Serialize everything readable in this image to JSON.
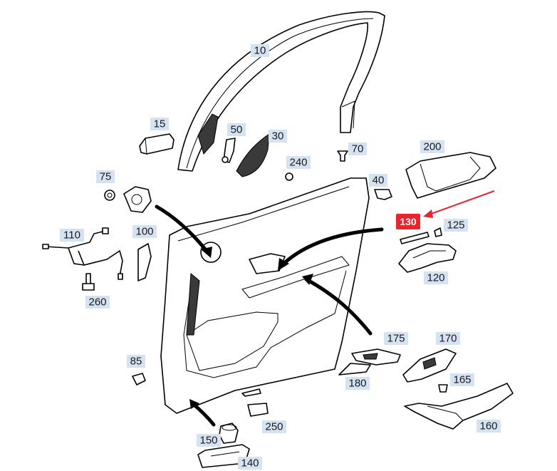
{
  "diagram": {
    "highlight_color": "#e8242c",
    "label_color": "#d4e2f2",
    "highlighted": {
      "number": "130"
    },
    "labels": [
      {
        "number": "10"
      },
      {
        "number": "15"
      },
      {
        "number": "50"
      },
      {
        "number": "30"
      },
      {
        "number": "70"
      },
      {
        "number": "240"
      },
      {
        "number": "200"
      },
      {
        "number": "75"
      },
      {
        "number": "40"
      },
      {
        "number": "125"
      },
      {
        "number": "110"
      },
      {
        "number": "100"
      },
      {
        "number": "120"
      },
      {
        "number": "260"
      },
      {
        "number": "175"
      },
      {
        "number": "170"
      },
      {
        "number": "85"
      },
      {
        "number": "180"
      },
      {
        "number": "165"
      },
      {
        "number": "160"
      },
      {
        "number": "150"
      },
      {
        "number": "250"
      },
      {
        "number": "140"
      }
    ]
  }
}
